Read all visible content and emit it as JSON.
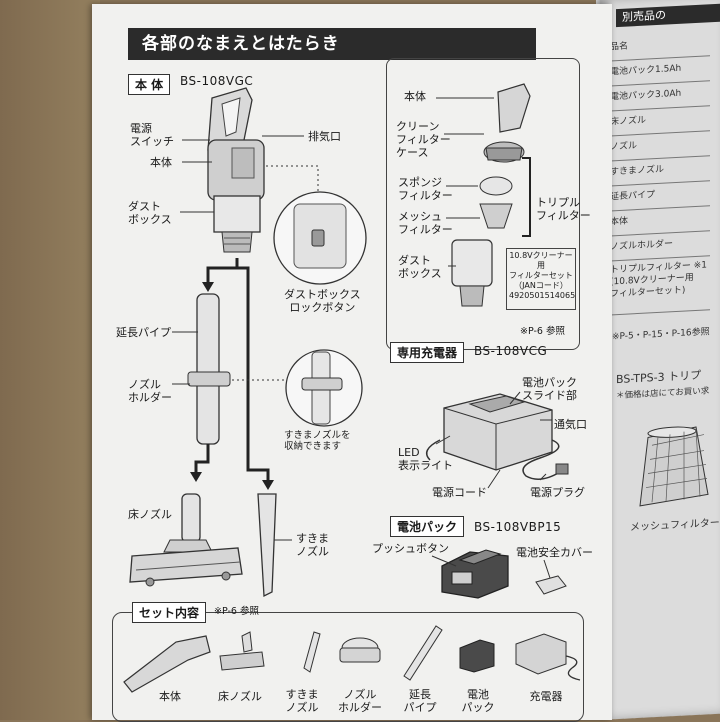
{
  "section_title": "各部のなまえとはたらき",
  "body_unit": {
    "tag": "本 体",
    "model": "BS-108VGC"
  },
  "labels": {
    "power_switch": "電源\nスイッチ",
    "body": "本体",
    "exhaust": "排気口",
    "dust_box": "ダスト\nボックス",
    "dust_box_lock": "ダストボックス\nロックボタン",
    "ext_pipe": "延長パイプ",
    "nozzle_holder": "ノズル\nホルダー",
    "crevice_storage": "すきまノズルを\n収納できます",
    "floor_nozzle": "床ノズル",
    "crevice_nozzle": "すきま\nノズル"
  },
  "filter_panel": {
    "body": "本体",
    "clean_filter_case": "クリーン\nフィルター\nケース",
    "sponge_filter": "スポンジ\nフィルター",
    "mesh_filter": "メッシュ\nフィルター",
    "triple_filter": "トリプル\nフィルター",
    "dust_box": "ダスト\nボックス",
    "spec_text": "10.8Vクリーナー用\nフィルターセット\n（JANコード）\n4920501514065",
    "note": "※P-6 参照"
  },
  "charger": {
    "tag": "専用充電器",
    "model": "BS-108VCG",
    "battery_slide": "電池パック\nスライド部",
    "vent": "通気口",
    "led": "LED\n表示ライト",
    "power_cord": "電源コード",
    "power_plug": "電源プラグ"
  },
  "battery": {
    "tag": "電池パック",
    "model": "BS-108VBP15",
    "push_button": "プッシュボタン",
    "safety_cover": "電池安全カバー"
  },
  "kit": {
    "tag": "セット内容",
    "note": "※P-6 参照",
    "items": [
      "本体",
      "床ノズル",
      "すきま\nノズル",
      "ノズル\nホルダー",
      "延長\nパイプ",
      "電池\nパック",
      "充電器"
    ]
  },
  "right_page": {
    "title": "別売品の",
    "rows": [
      "品名",
      "電池パック1.5Ah",
      "電池パック3.0Ah",
      "床ノズル",
      "ノズル",
      "すきまノズル",
      "延長パイプ",
      "本体",
      "ノズルホルダー",
      "トリプルフィルター ※1\n(10.8Vクリーナー用\nフィルターセット)"
    ],
    "ref": "※P-5・P-15・P-16参照",
    "model": "BS-TPS-3  トリプ",
    "note": "＊価格は店にてお買い求",
    "mesh": "メッシュフィルター"
  }
}
